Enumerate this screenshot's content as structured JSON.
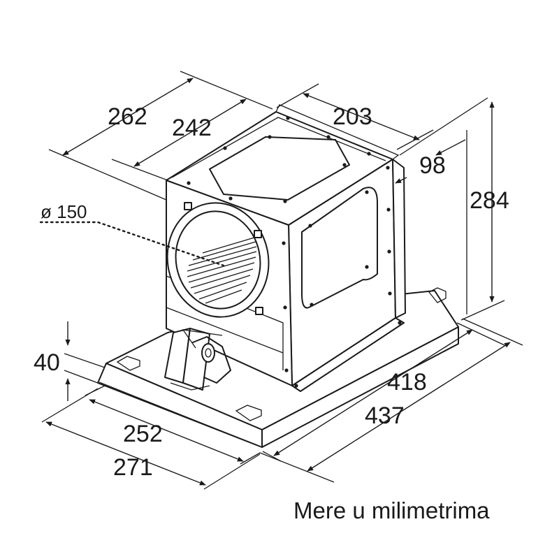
{
  "dimensions": {
    "width_outer": "262",
    "width_inner": "242",
    "depth_top": "203",
    "offset": "98",
    "height": "284",
    "diameter": "ø 150",
    "base_height": "40",
    "front_inner": "252",
    "front_outer": "271",
    "side_inner": "418",
    "side_outer": "437"
  },
  "caption": "Mere u milimetrima",
  "colors": {
    "line": "#1a1a1a",
    "background": "#ffffff"
  }
}
